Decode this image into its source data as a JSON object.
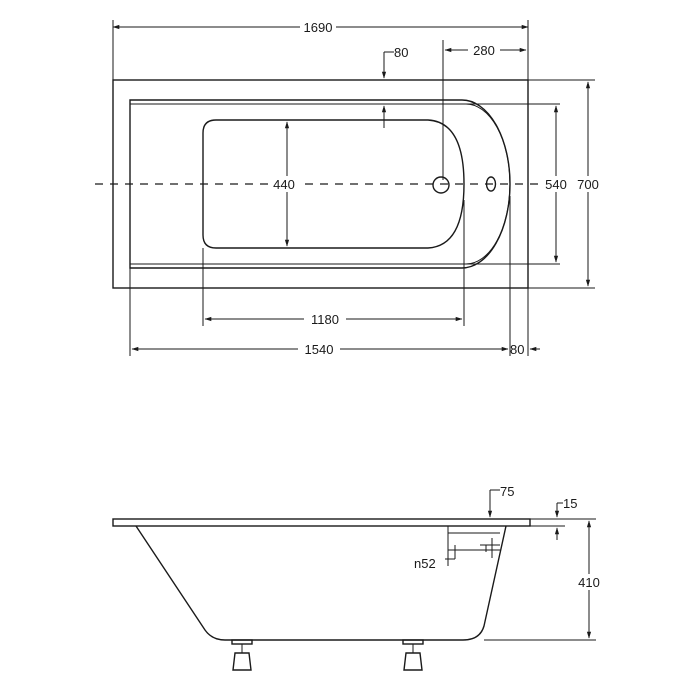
{
  "top_view": {
    "overall_length": "1690",
    "overflow_width": "80",
    "overflow_offset": "280",
    "inner_width_440": "440",
    "inner_width_540": "540",
    "overall_width": "700",
    "bottom_length": "1180",
    "inner_length": "1540",
    "rim_width": "80"
  },
  "side_view": {
    "overflow_height": "75",
    "rim_thickness": "15",
    "drain_diameter": "n52",
    "depth": "410"
  },
  "colors": {
    "line": "#1a1a1a",
    "background": "#ffffff"
  }
}
